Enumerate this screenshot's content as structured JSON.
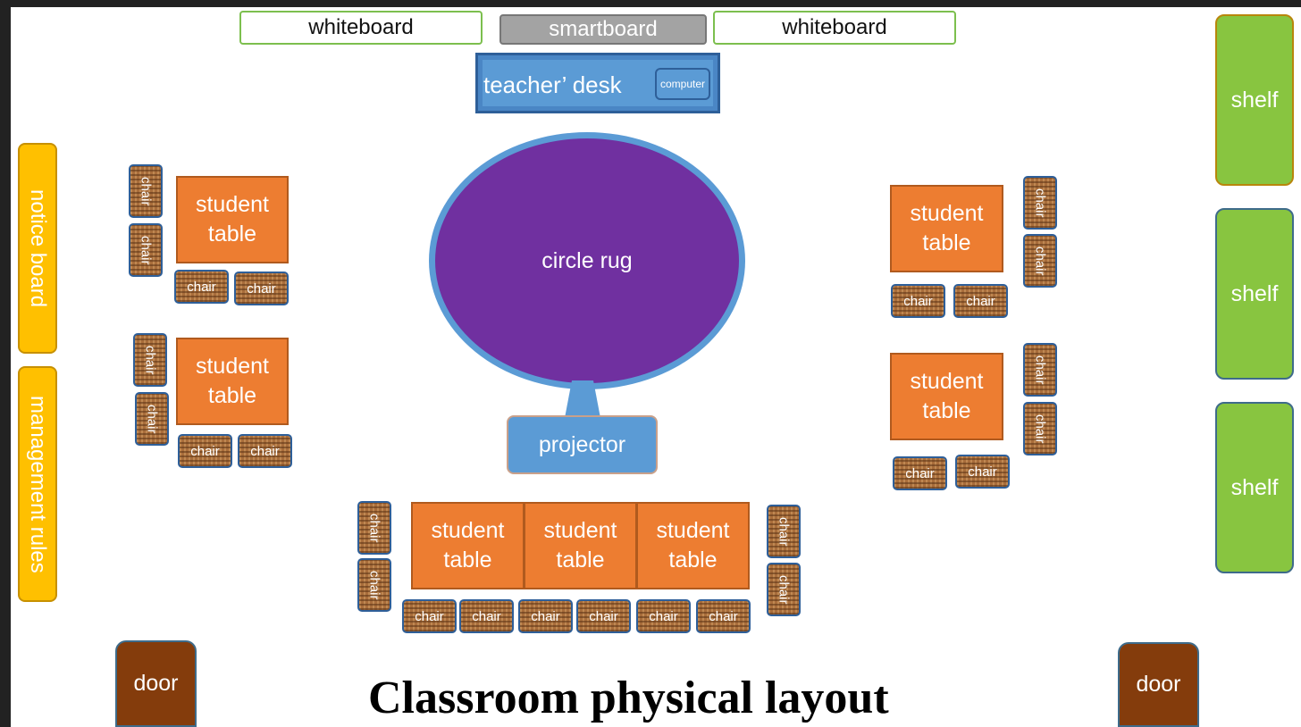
{
  "labels": {
    "whiteboard": "whiteboard",
    "smartboard": "smartboard",
    "teacher_desk": "teacher’ desk",
    "computer": "computer",
    "shelf": "shelf",
    "notice_board": "notice board",
    "management_rules": "management rules",
    "student_table_line1": "student",
    "student_table_line2": "table",
    "chair": "chair",
    "circle_rug": "circle rug",
    "projector": "projector",
    "door": "door"
  },
  "title": "Classroom physical layout",
  "colors": {
    "table": "#ed7d31",
    "rug": "#7030a0",
    "rug_border": "#5b9bd5",
    "shelf": "#88c540",
    "side_board": "#ffc000",
    "door": "#843c0c",
    "desk": "#5b9bd5",
    "smartboard": "#a3a3a3",
    "whiteboard_border": "#7cbf4e"
  }
}
